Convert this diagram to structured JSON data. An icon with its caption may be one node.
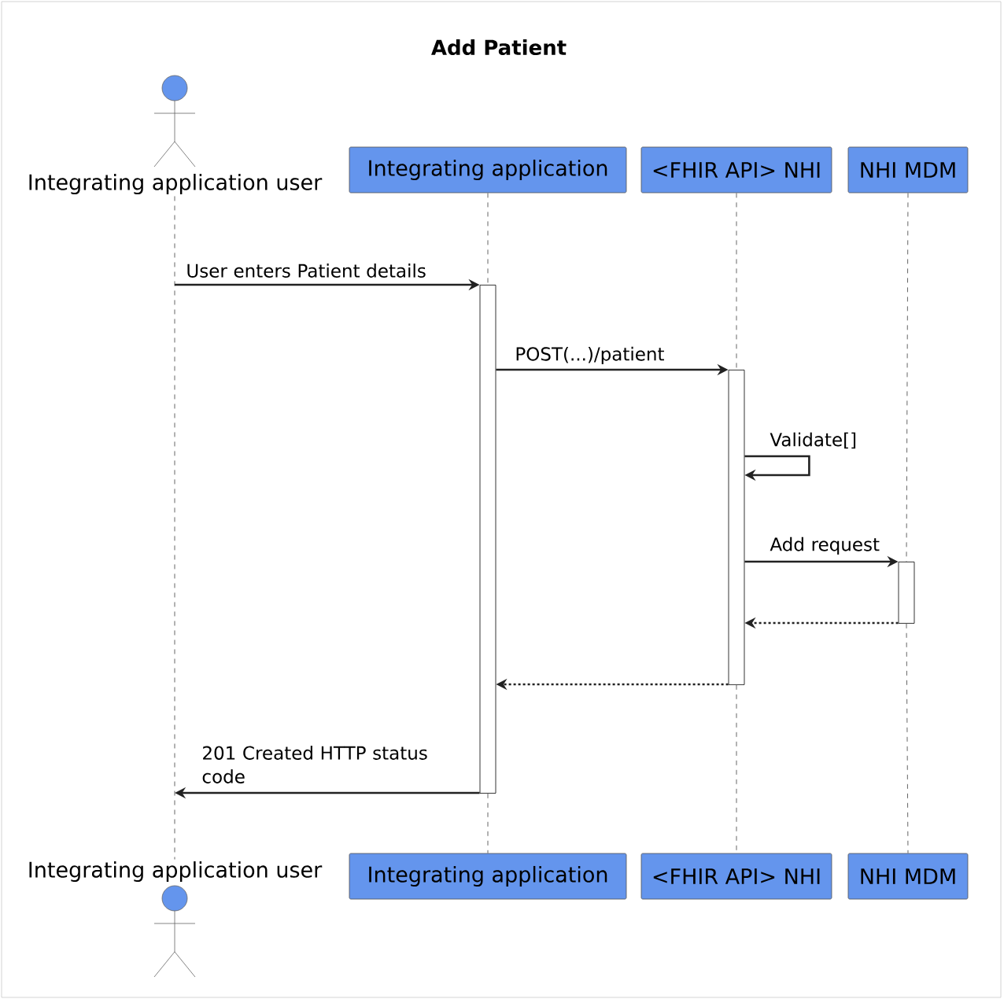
{
  "diagram": {
    "title": "Add Patient",
    "nodes": [
      {
        "text": [
          "Integrating application user"
        ]
      },
      {
        "text": [
          "Integrating application"
        ]
      },
      {
        "text": [
          "<FHIR API> NHI"
        ]
      },
      {
        "text": [
          "NHI MDM"
        ]
      },
      {
        "text": [
          "Integrating application user"
        ]
      },
      {
        "text": [
          "Integrating application"
        ]
      },
      {
        "text": [
          "<FHIR API> NHI"
        ]
      },
      {
        "text": [
          "NHI MDM"
        ]
      },
      {
        "text": [],
        "shape": "bar"
      },
      {
        "text": [],
        "shape": "bar"
      },
      {
        "text": [],
        "shape": "bar"
      }
    ],
    "edges": [
      {
        "from": 0,
        "to": 4,
        "arrow": "none",
        "style": "dashed"
      },
      {
        "from": 1,
        "to": 8,
        "arrow": "none",
        "style": "dashed"
      },
      {
        "from": 8,
        "to": 5,
        "arrow": "none",
        "style": "dashed"
      },
      {
        "from": 2,
        "to": 9,
        "arrow": "none",
        "style": "dashed"
      },
      {
        "from": 9,
        "to": 6,
        "arrow": "none",
        "style": "dashed"
      },
      {
        "from": 3,
        "to": 10,
        "arrow": "none",
        "style": "dashed"
      },
      {
        "from": 10,
        "to": 7,
        "arrow": "none",
        "style": "dashed"
      },
      {
        "from": null,
        "to": 8,
        "arrow": "to",
        "label": "User enters Patient details",
        "color": "#222222"
      },
      {
        "from": 8,
        "to": 9,
        "arrow": "to",
        "label": "POST(...)/patient",
        "color": "#222222"
      },
      {
        "from": 9,
        "to": 9,
        "arrow": "to",
        "label": "Validate[]",
        "color": "#222222"
      },
      {
        "from": 9,
        "to": 10,
        "arrow": "to",
        "label": "Add request",
        "color": "#222222"
      },
      {
        "from": 10,
        "to": 9,
        "arrow": "to",
        "style": "dashed",
        "color": "#222222"
      },
      {
        "from": 9,
        "to": 8,
        "arrow": "to",
        "style": "dashed",
        "color": "#222222"
      },
      {
        "from": 8,
        "to": null,
        "arrow": "to",
        "label": "201 Created HTTP status code",
        "color": "#222222"
      }
    ]
  }
}
